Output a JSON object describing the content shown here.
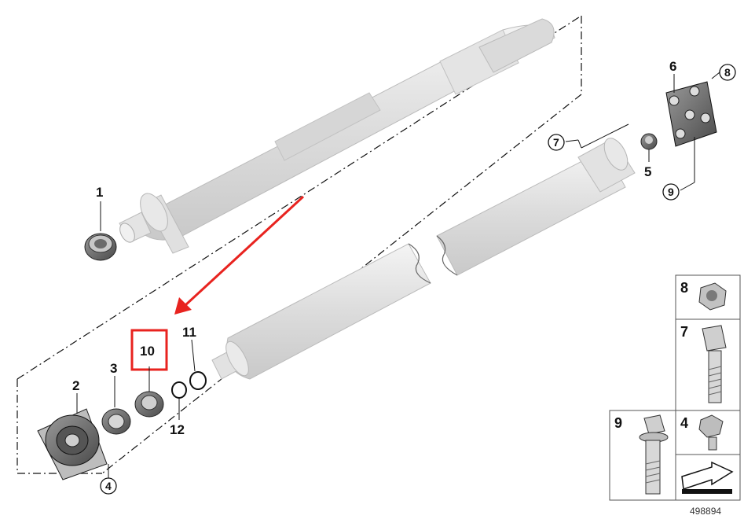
{
  "callouts": {
    "c1": "1",
    "c2": "2",
    "c3": "3",
    "c4": "4",
    "c5": "5",
    "c6": "6",
    "c7": "7",
    "c8": "8",
    "c9": "9",
    "c10": "10",
    "c11": "11",
    "c12": "12"
  },
  "legend": {
    "l8": "8",
    "l7": "7",
    "l9": "9",
    "l4": "4"
  },
  "reference_number": "498894",
  "colors": {
    "highlight": "#e8231f",
    "part_fill": "#e6e6e6",
    "part_dark": "#7a7a7a"
  }
}
